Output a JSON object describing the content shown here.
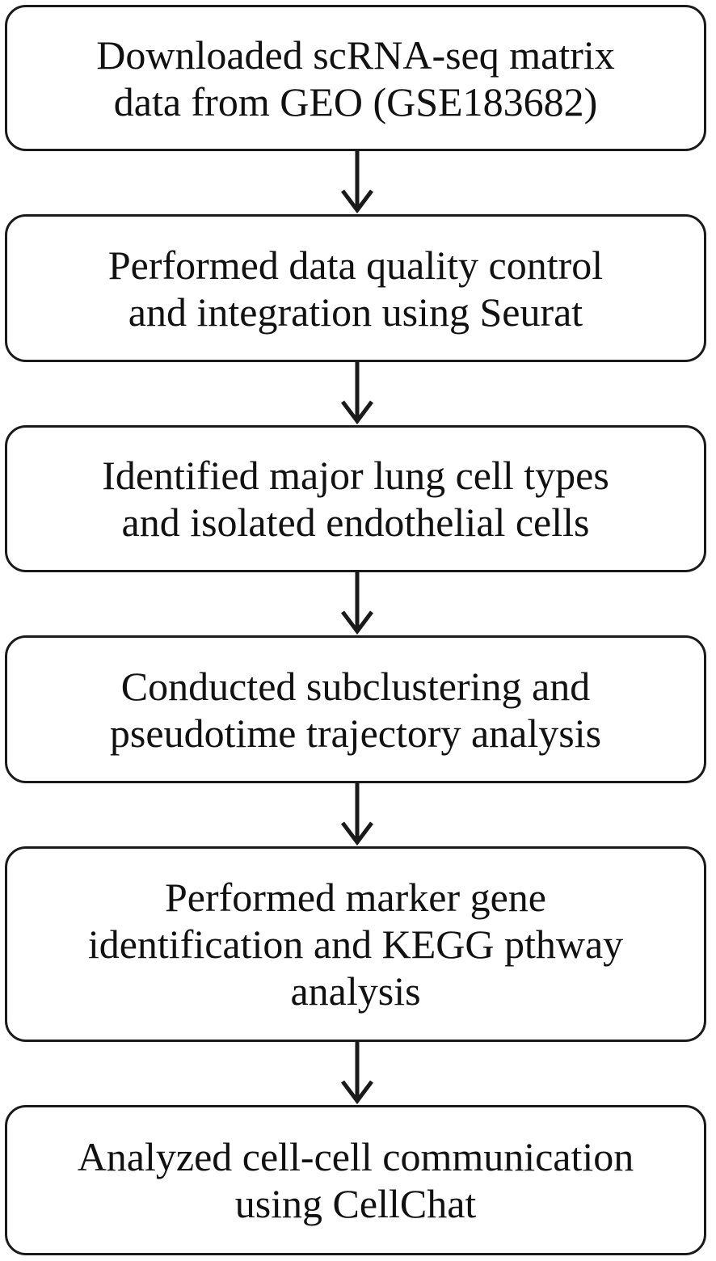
{
  "flowchart": {
    "steps": [
      {
        "lines": [
          "Downloaded scRNA-seq matrix",
          "data from GEO (GSE183682)"
        ]
      },
      {
        "lines": [
          "Performed data quality control",
          "and integration using Seurat"
        ]
      },
      {
        "lines": [
          "Identified major lung cell types",
          "and isolated endothelial cells"
        ]
      },
      {
        "lines": [
          "Conducted subclustering and",
          "pseudotime trajectory analysis"
        ]
      },
      {
        "lines": [
          "Performed marker gene",
          "identification and KEGG pthway",
          "analysis"
        ]
      },
      {
        "lines": [
          "Analyzed cell-cell communication",
          "using CellChat"
        ]
      }
    ]
  },
  "colors": {
    "stroke": "#1a1a1a",
    "text": "#111111",
    "background": "#ffffff"
  }
}
